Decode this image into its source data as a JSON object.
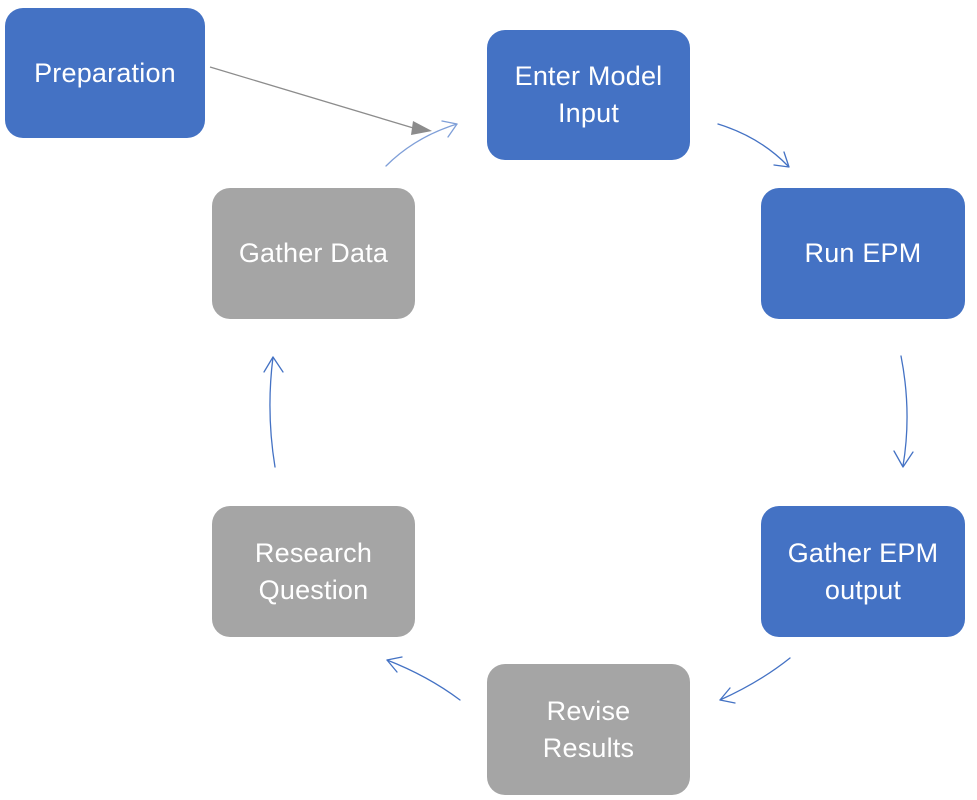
{
  "diagram": {
    "colors": {
      "process_blue": "#4472C4",
      "process_gray": "#A5A5A5",
      "cycle_arrow": "#4472C4",
      "entry_arrow": "#8C8C8C",
      "text": "#FFFFFF"
    },
    "nodes": {
      "preparation": {
        "label": "Preparation",
        "color": "blue"
      },
      "enter_model_input": {
        "label": "Enter Model\nInput",
        "color": "blue"
      },
      "run_epm": {
        "label": "Run EPM",
        "color": "blue"
      },
      "gather_epm_output": {
        "label": "Gather EPM\noutput",
        "color": "blue"
      },
      "revise_results": {
        "label": "Revise\nResults",
        "color": "gray"
      },
      "research_question": {
        "label": "Research\nQuestion",
        "color": "gray"
      },
      "gather_data": {
        "label": "Gather Data",
        "color": "gray"
      }
    },
    "edges": [
      {
        "from": "preparation",
        "to": "enter_model_input",
        "style": "entry"
      },
      {
        "from": "enter_model_input",
        "to": "run_epm",
        "style": "cycle"
      },
      {
        "from": "run_epm",
        "to": "gather_epm_output",
        "style": "cycle"
      },
      {
        "from": "gather_epm_output",
        "to": "revise_results",
        "style": "cycle"
      },
      {
        "from": "revise_results",
        "to": "research_question",
        "style": "cycle"
      },
      {
        "from": "research_question",
        "to": "gather_data",
        "style": "cycle"
      },
      {
        "from": "gather_data",
        "to": "enter_model_input",
        "style": "cycle"
      }
    ]
  }
}
